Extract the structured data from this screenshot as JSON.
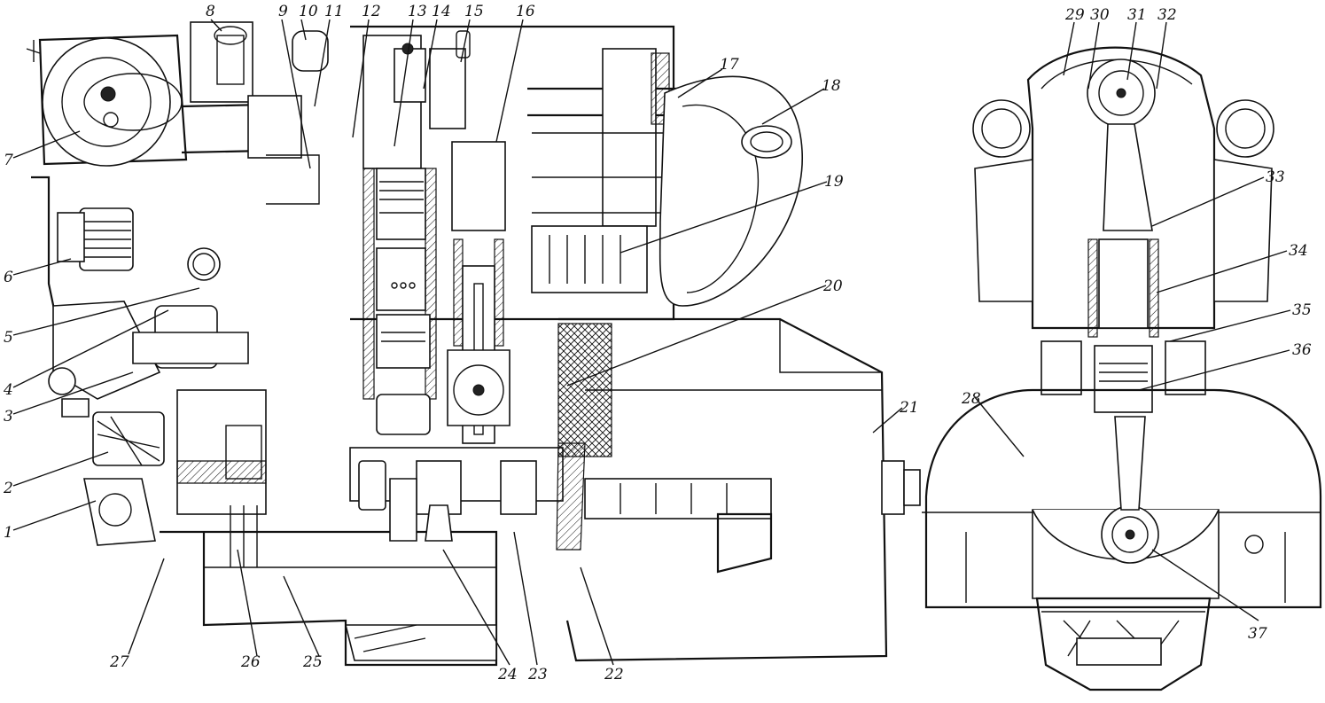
{
  "labels": {
    "left": [
      "1",
      "2",
      "3",
      "4",
      "5",
      "6",
      "7"
    ],
    "top": [
      "8",
      "9",
      "10",
      "11",
      "12",
      "13",
      "14",
      "15",
      "16"
    ],
    "right_side": [
      "17",
      "18",
      "19",
      "20",
      "21"
    ],
    "bottom": [
      "22",
      "23",
      "24",
      "25",
      "26",
      "27"
    ],
    "cross_section": [
      "28",
      "29",
      "30",
      "31",
      "32",
      "33",
      "34",
      "35",
      "36",
      "37"
    ]
  }
}
